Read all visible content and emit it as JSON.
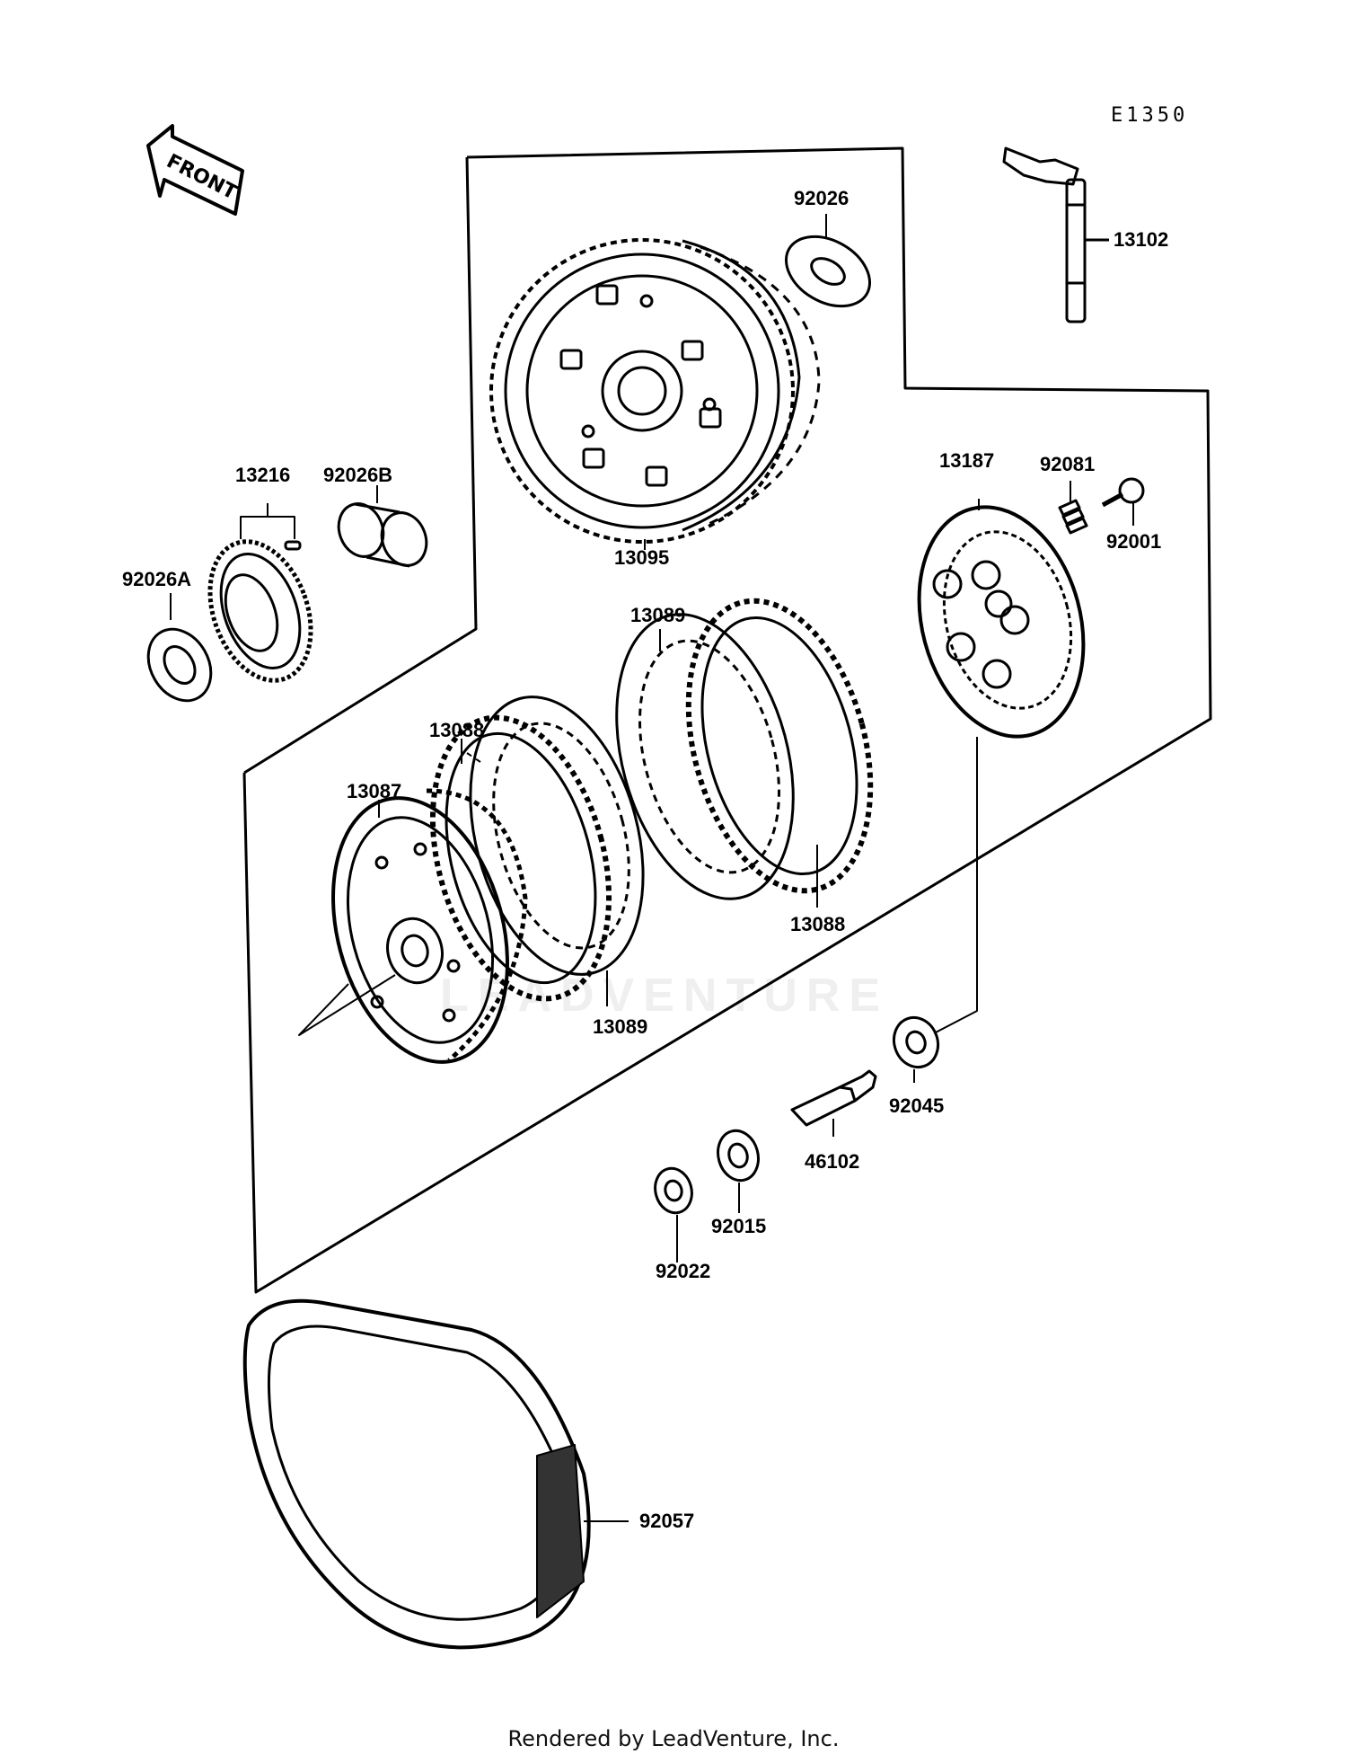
{
  "diagram_code": "E1350",
  "direction_tag": "FRONT",
  "parts": [
    {
      "number": "92026"
    },
    {
      "number": "13102"
    },
    {
      "number": "13216"
    },
    {
      "number": "92026B"
    },
    {
      "number": "92026A"
    },
    {
      "number": "13095"
    },
    {
      "number": "13187"
    },
    {
      "number": "92081"
    },
    {
      "number": "92001"
    },
    {
      "number": "13089"
    },
    {
      "number": "13088"
    },
    {
      "number": "13087"
    },
    {
      "number": "13088"
    },
    {
      "number": "13089"
    },
    {
      "number": "92045"
    },
    {
      "number": "46102"
    },
    {
      "number": "92015"
    },
    {
      "number": "92022"
    },
    {
      "number": "92057"
    }
  ],
  "watermark": "LEADVENTURE",
  "footer": "Rendered by LeadVenture, Inc."
}
